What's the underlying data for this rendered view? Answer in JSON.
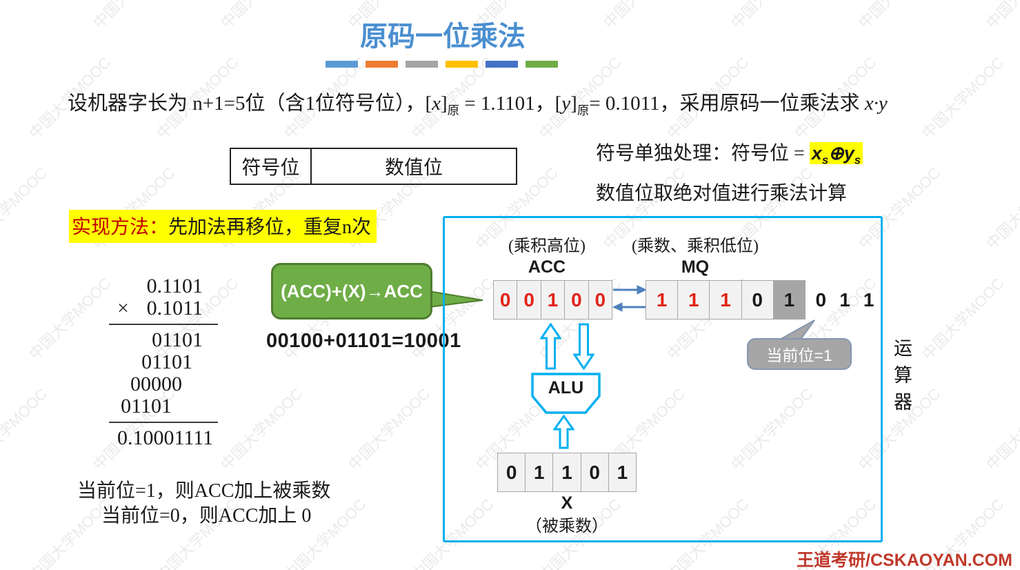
{
  "title": "原码一位乘法",
  "accent_bars": [
    "#5B9BD5",
    "#ED7D31",
    "#A5A5A5",
    "#FFC000",
    "#4472C4",
    "#70AD47"
  ],
  "watermark_text": "中国大学MOOC",
  "statement": {
    "p1": "设机器字长为 n+1=5位（含1位符号位），[",
    "x": "x",
    "b1": "]",
    "s1": "原",
    "p2": " = 1.1101，[",
    "y": "y",
    "b2": "]",
    "s2": "原",
    "p3": "= 0.1011，采用原码一位乘法求 ",
    "xy": "x·y"
  },
  "sign_box": {
    "left": "符号位",
    "right": "数值位"
  },
  "sign_rule": {
    "line1_prefix": "符号单独处理：符号位 = ",
    "hl_x": "x",
    "hl_xs": "s",
    "hl_op": "⊕",
    "hl_y": "y",
    "hl_ys": "s",
    "line2": "数值位取绝对值进行乘法计算"
  },
  "method": {
    "label": "实现方法：",
    "rest": "先加法再移位，重复n次"
  },
  "multiplication": {
    "multiplicand": "0.1101",
    "times": "×",
    "multiplier": "0.1011",
    "partials": [
      "01101",
      "01101",
      "00000",
      "01101"
    ],
    "result": "0.10001111"
  },
  "add_bubble": "(ACC)+(X)→ACC",
  "equation": "00100+01101=10001",
  "datapath": {
    "acc_caption": "(乘积高位)",
    "acc_name": "ACC",
    "acc_bits": [
      {
        "v": "0",
        "red": true
      },
      {
        "v": "0",
        "red": true
      },
      {
        "v": "1",
        "red": true
      },
      {
        "v": "0",
        "red": true
      },
      {
        "v": "0",
        "red": true
      }
    ],
    "mq_caption": "(乘数、乘积低位)",
    "mq_name": "MQ",
    "mq_bits": [
      {
        "v": "1",
        "red": true
      },
      {
        "v": "1",
        "red": true
      },
      {
        "v": "1",
        "red": true
      },
      {
        "v": "0"
      },
      {
        "v": "1",
        "dark": true
      }
    ],
    "mq_shifted_out": [
      "0",
      "1",
      "1"
    ],
    "alu_label": "ALU",
    "x_bits": [
      "0",
      "1",
      "1",
      "0",
      "1"
    ],
    "x_name": "X",
    "x_caption": "（被乘数）",
    "current_bit": "当前位=1",
    "unit_label": "运算器"
  },
  "notes": [
    "当前位=1，则ACC加上被乘数",
    "当前位=0，则ACC加上 0"
  ],
  "footer": "王道考研/CSKAOYAN.COM",
  "colors": {
    "title_blue": "#4a8fd0",
    "cyan": "#00B0F0",
    "green_fill": "#6fad47",
    "green_border": "#4e7d2e",
    "steel_blue": "#4f81bd",
    "digit_red": "#e2231a",
    "highlight_yellow": "#ffff00",
    "method_red": "#c00000",
    "footer_red": "#c0392b",
    "cell_gray": "#f2f2f2",
    "cell_border": "#a6a6a6",
    "dark_cell": "#a6a6a6"
  }
}
